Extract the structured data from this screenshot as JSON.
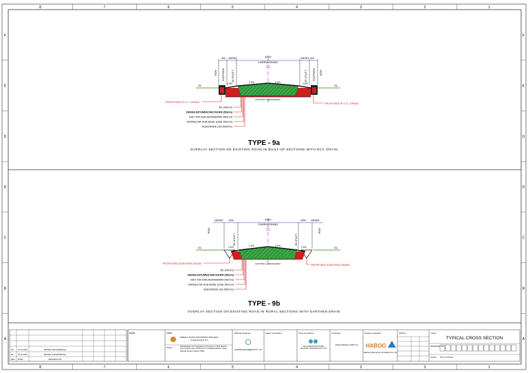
{
  "grid": {
    "columns": [
      "8",
      "7",
      "6",
      "5",
      "4",
      "3",
      "2",
      "1"
    ],
    "rows": [
      "F",
      "E",
      "D",
      "D",
      "C",
      "B",
      "A"
    ]
  },
  "section_a": {
    "title": "TYPE - 9a",
    "subtitle": "OVERLAY SECTION ON EXISTING ROAD IN BUILT-UP SECTIONS WITH RCC DRAIN",
    "carriageway_width": "6000",
    "carriageway_label": "CARRIAGEWAY",
    "side_left": "900",
    "varies_left": "VARIES",
    "varies_right": "VARIES",
    "side_right": "900",
    "utility_left": "3S UTILITY",
    "utility_right": "3S UTILITY",
    "footpath_left": "FOOTPATH",
    "footpath_right": "FOOTPATH",
    "row_left": "ROW",
    "row_right": "ROW",
    "slope_left": "2.5%",
    "slope_right": "2.5%",
    "camber_left": "2.0%",
    "camber_right": "2.0%",
    "gl_left": "GL",
    "gl_right": "GL",
    "cl": "CL",
    "existing_label": "EXISTING CARRIAGEWAY",
    "drain_left": "PROPOSED R.C.C. DRAIN",
    "drain_right": "PROPOSED R.C.C. DRAIN",
    "layers": [
      "BC (40mm)",
      "DENSE BITUMEN MACADAM (50mm)",
      "WET MIX MACADAM(WMM 250mm)",
      "GRANULAR SUB BASE (GSB 150mm)",
      "SUBGRADE (SG 500mm)"
    ]
  },
  "section_b": {
    "title": "TYPE - 9b",
    "subtitle": "OVERLAY SECTION ON EXISTING ROAD IN RURAL SECTIONS WITH EARTHEN DRAIN",
    "carriageway_width": "6000",
    "carriageway_label": "CARRIAGEWAY",
    "varies_left": "VARIES",
    "side_left": "1000",
    "side_right": "1000",
    "varies_right": "VARIES",
    "utility_left": "3S UTILITY",
    "utility_right": "3S UTILITY",
    "row_left": "ROW",
    "row_right": "ROW",
    "slope_left": "2.5%",
    "slope_right": "2.5%",
    "camber_left": "2.0%",
    "camber_right": "2.0%",
    "gl_left": "GL",
    "gl_right": "GL",
    "cl": "CL",
    "existing_label": "EXISTING CARRIAGEWAY",
    "drain_left": "PROPOSED EARTHEN DRAIN",
    "drain_right": "PROPOSED EARTHEN DRAIN",
    "layers": [
      "BC (40mm)",
      "DENSE BITUMEN MACADAM (50mm)",
      "WET MIX MACADAM(WMM 250mm)",
      "GRANULAR SUB BASE (GSB 150mm)",
      "SUBGRADE (SG 500mm)"
    ]
  },
  "title_block": {
    "revisions": [
      {
        "rev": "R2",
        "date": "27.01.2021",
        "desc": "ISSUED FOR APPROVAL"
      },
      {
        "rev": "R1",
        "date": "10.11.2020",
        "desc": "ISSUED FOR APPROVAL"
      },
      {
        "rev": "REV",
        "date": "DATE",
        "desc": "DESCRIPTION"
      }
    ],
    "notes_label": "Notes",
    "client_label": "Client",
    "client_name": "KERALA STATE TRANSPORT PROJECT",
    "client_sub": "Kerala Re-Ingine Port",
    "project_label": "Project",
    "project_text": "Rehabilitation and Upgrading of Porubion to Moti Road to Intermediate Lane (14.50 Km) on Palakkad District under Rebuild Kerala Initiative (RKI).",
    "authority_label": "Authority Engineer",
    "authority_name": "EUGENIA ENGINEERS PVT. LTD",
    "safety_label": "Safety Consultant",
    "proof_label": "Proof Consultant",
    "proof_name": "ASIA INFRASTRUCTURE ADVISORY SERVICES PVT. LTD",
    "contractor_label": "Contractor",
    "contractor_name": "Vidishya Builders & ERG Ltd",
    "design_label": "Design Consultant",
    "design_brand": "HABOG",
    "design_sub": "Habitat Infrastructure Consultants Pvt. Ltd",
    "job_no_label": "JOB No.",
    "title_label": "TITLE",
    "sheet_title": "TYPICAL CROSS SECTION",
    "drawing_no_label": "DRAWING NO",
    "scale_label": "SCALE",
    "scale_value": "NOT TO SCALE"
  },
  "colors": {
    "border": "#444444",
    "drain_red": "#cc1f1f",
    "pavement_green": "#3aa847",
    "centerline_magenta": "#cc33cc",
    "dimension_blue": "#1a3fa8",
    "ground_green": "#5aa23a"
  }
}
